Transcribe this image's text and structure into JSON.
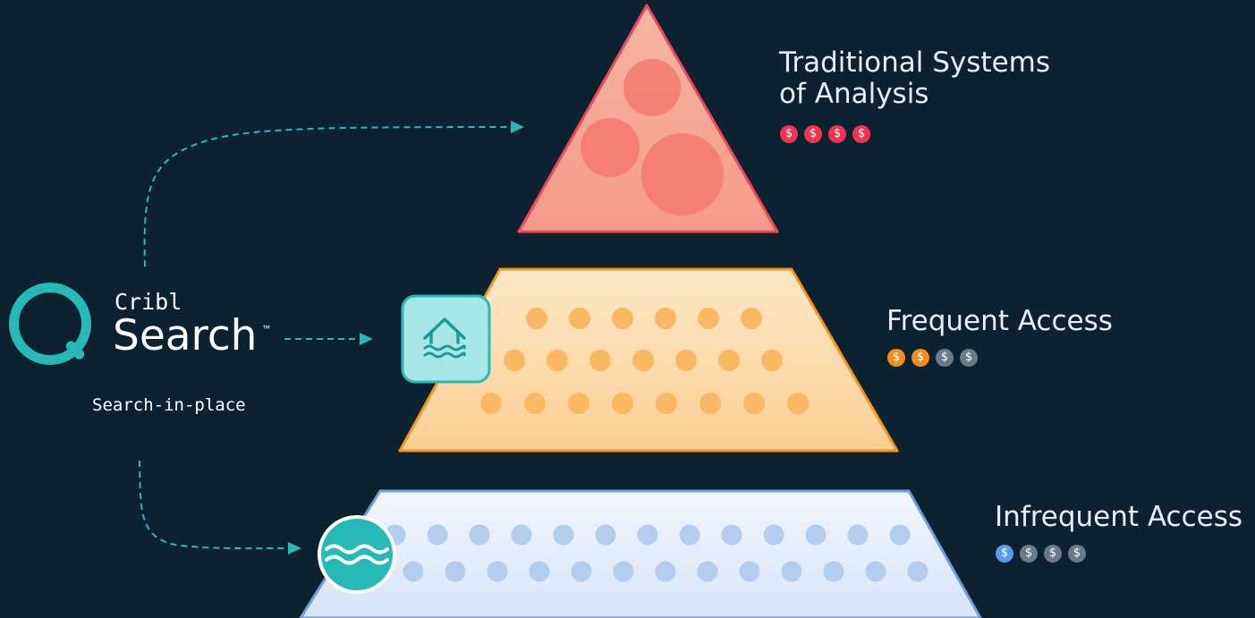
{
  "brand": {
    "small": "Cribl",
    "name": "Search",
    "trademark": "™",
    "tagline": "Search-in-place"
  },
  "tiers": [
    {
      "title_lines": [
        "Traditional Systems",
        "of Analysis"
      ],
      "cost_active": 4,
      "cost_total": 4,
      "cost_color": "#f0344f",
      "fill": "#f6a08e",
      "stroke": "#ef4658",
      "icon": "none"
    },
    {
      "title_lines": [
        "Frequent Access"
      ],
      "cost_active": 2,
      "cost_total": 4,
      "cost_color": "#f48c1e",
      "fill": "#fbd6a2",
      "stroke": "#f5941f",
      "icon": "lakehouse-icon"
    },
    {
      "title_lines": [
        "Infrequent Access"
      ],
      "cost_active": 1,
      "cost_total": 4,
      "cost_color": "#5a9bea",
      "fill": "#e3ecfa",
      "stroke": "#6f9ede",
      "icon": "waves-icon"
    }
  ],
  "coin_symbol": "$",
  "colors": {
    "background": "#0c2231",
    "accent": "#27b9b8",
    "coin_inactive": "#6b7a84"
  }
}
